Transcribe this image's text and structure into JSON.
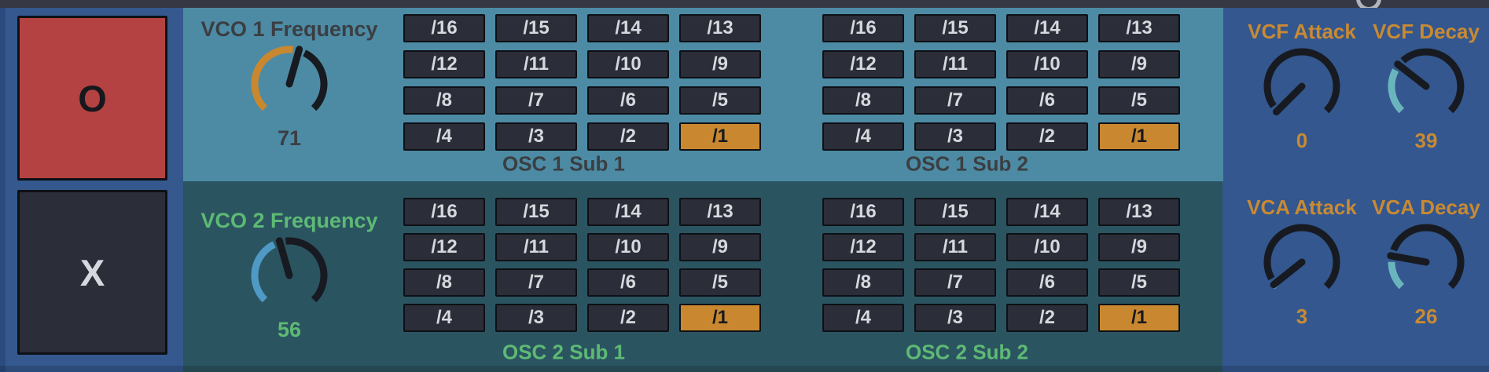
{
  "colors": {
    "top_strip": "#363943",
    "bump": "#b2b6bc",
    "left_panel": "#35598e",
    "left_panel_edge": "#2b4b7e",
    "o_button_bg": "#b44242",
    "dark_button_bg": "#2b2e38",
    "button_border": "#0e1015",
    "button_text": "#d5d8dd",
    "section_vco1_bg": "#4d8ba5",
    "section_vco2_bg": "#2b5461",
    "right_panel_bg": "#33578e",
    "accent_orange": "#c9882f",
    "accent_green": "#5dba74",
    "dark_text": "#3b3e42",
    "knob_rest": "#171a20",
    "env_text": "#c98a33",
    "env_arc": "#6ab4bd",
    "vco2_arc": "#4f99c5"
  },
  "knob_range": {
    "min": 0,
    "max": 127
  },
  "left_panel": {
    "o_button_label": "O",
    "x_button_label": "X"
  },
  "vco1": {
    "label": "VCO 1 Frequency",
    "value": 71,
    "arc_color": "#c9882f"
  },
  "vco2": {
    "label": "VCO 2 Frequency",
    "value": 56,
    "arc_color": "#4f99c5"
  },
  "sub_grid": {
    "ratios": [
      "/16",
      "/15",
      "/14",
      "/13",
      "/12",
      "/11",
      "/10",
      "/9",
      "/8",
      "/7",
      "/6",
      "/5",
      "/4",
      "/3",
      "/2",
      "/1"
    ],
    "active_ratio": "/1"
  },
  "grids": [
    {
      "label": "OSC 1 Sub 1"
    },
    {
      "label": "OSC 1 Sub 2"
    },
    {
      "label": "OSC 2 Sub 1"
    },
    {
      "label": "OSC 2 Sub 2"
    }
  ],
  "envelopes": [
    {
      "label": "VCF Attack",
      "value": 0,
      "arc_color": "#6ab4bd"
    },
    {
      "label": "VCF Decay",
      "value": 39,
      "arc_color": "#6ab4bd"
    },
    {
      "label": "VCA Attack",
      "value": 3,
      "arc_color": "#6ab4bd"
    },
    {
      "label": "VCA Decay",
      "value": 26,
      "arc_color": "#6ab4bd"
    }
  ]
}
